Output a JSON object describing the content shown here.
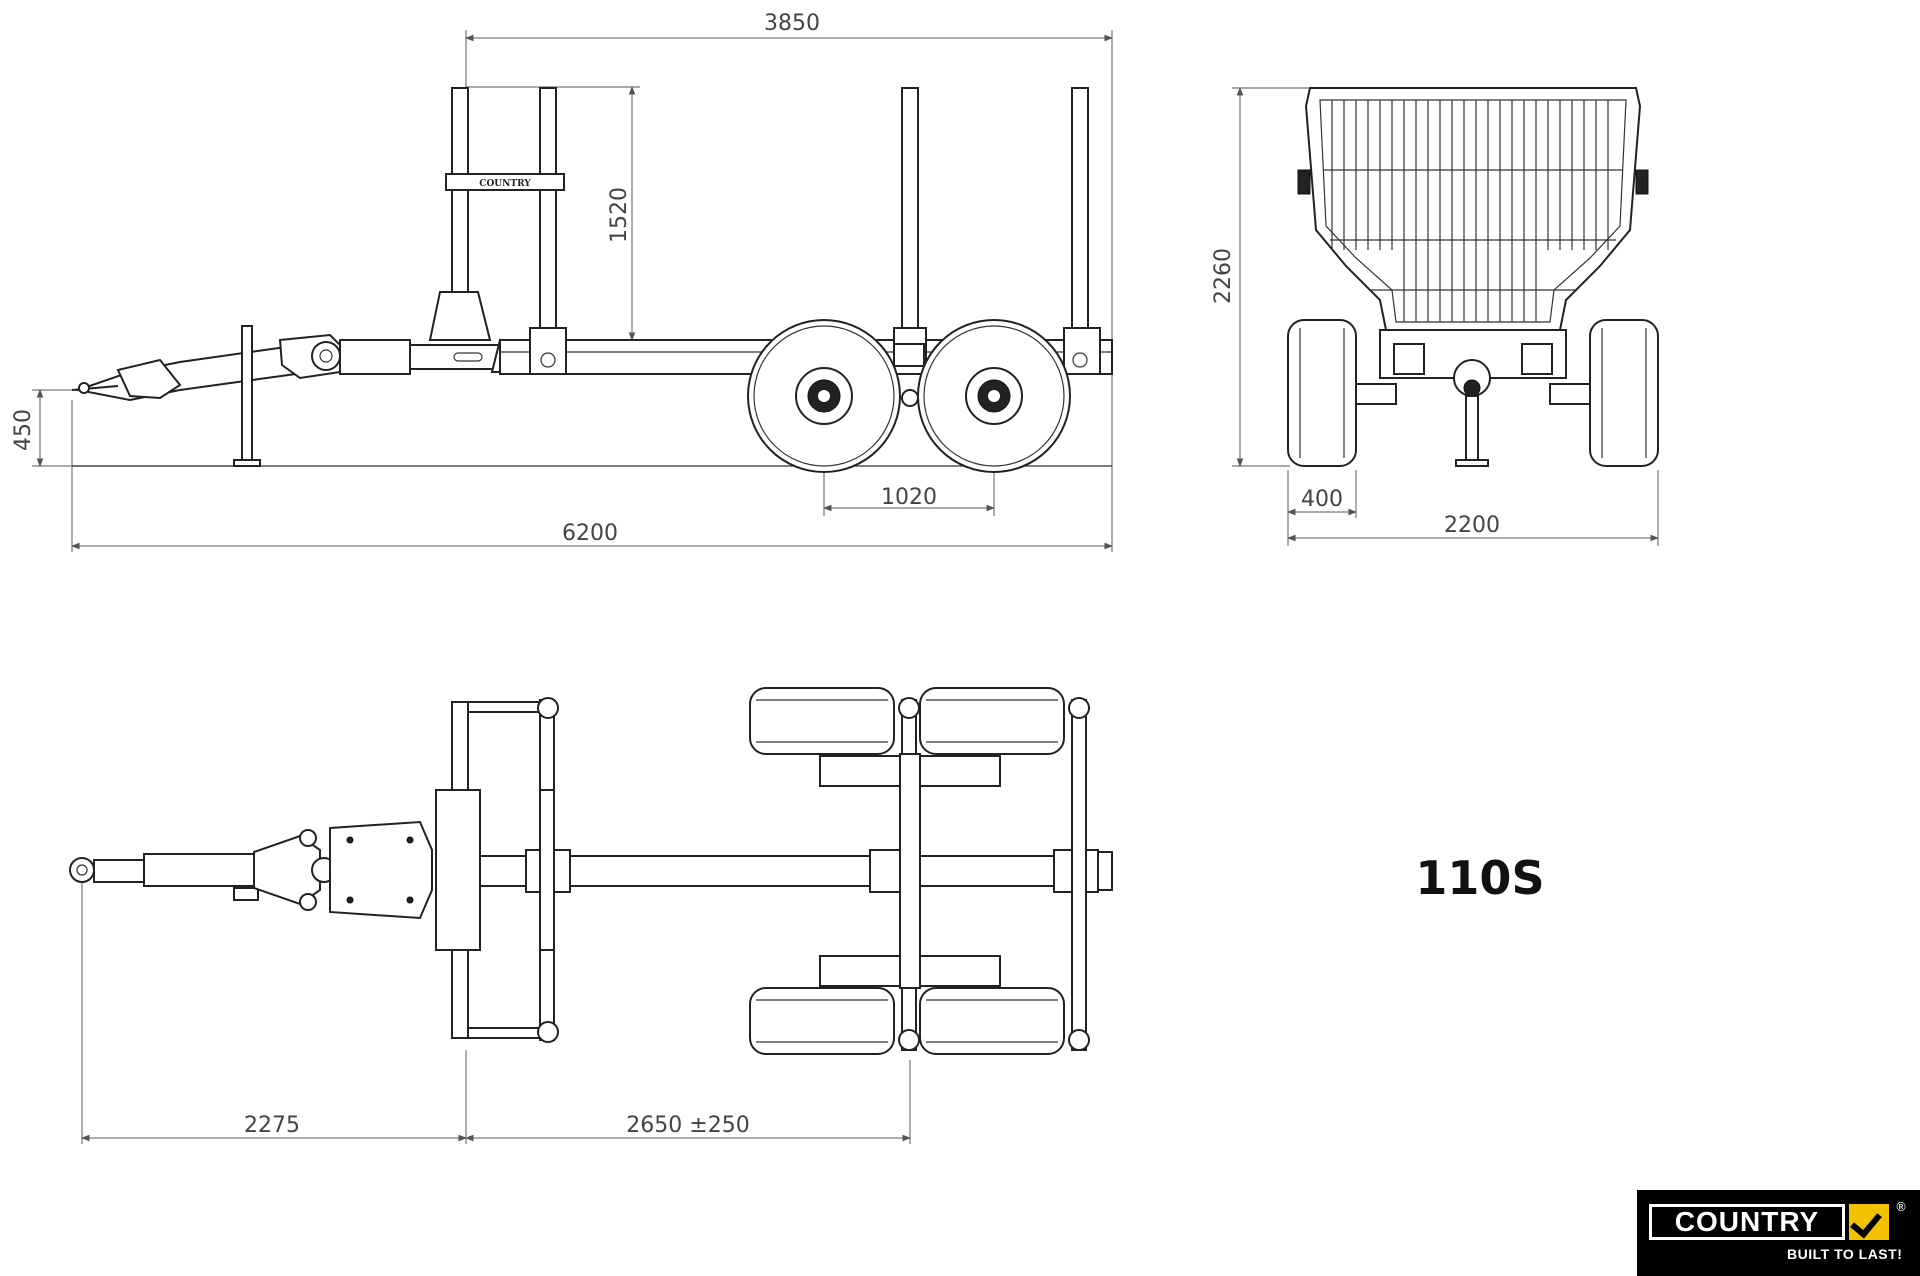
{
  "dimensions": {
    "side_rack_length": "3850",
    "stake_height": "1520",
    "drawbar_height": "450",
    "axle_spacing": "1020",
    "overall_length": "6200",
    "overall_height": "2260",
    "wheel_width": "400",
    "overall_width": "2200",
    "drawbar_to_front_frame": "2275",
    "frame_to_axle": "2650 ±250"
  },
  "labels": {
    "model": "110S",
    "rack_badge": "COUNTRY"
  },
  "logo": {
    "wordmark": "COUNTRY",
    "registered": "®",
    "tagline": "BUILT TO LAST!",
    "brand_color": "#f2c200",
    "background_color": "#000000"
  }
}
